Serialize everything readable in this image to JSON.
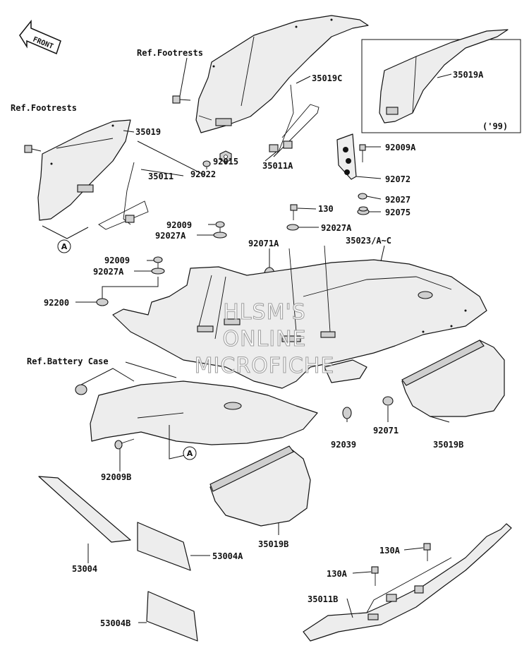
{
  "diagram": {
    "front_label": "FRONT",
    "inset_note": "('99)",
    "watermark": [
      "HLSM'S",
      "ONLINE",
      "MICROFICHE"
    ],
    "refs": {
      "footrests_upper": "Ref.Footrests",
      "footrests_left": "Ref.Footrests",
      "battery_case": "Ref.Battery Case"
    },
    "callout_a": "A",
    "callout_a2": "A",
    "parts": {
      "p35019C": "35019C",
      "p35019A": "35019A",
      "p35019": "35019",
      "p35011": "35011",
      "p92022": "92022",
      "p92015": "92015",
      "p35011A": "35011A",
      "p92009A": "92009A",
      "p92072": "92072",
      "p92027": "92027",
      "p92075": "92075",
      "p130": "130",
      "p92027A_right": "92027A",
      "p92009_a": "92009",
      "p92027A_a": "92027A",
      "p92071A": "92071A",
      "p35023": "35023/A~C",
      "p92009_b": "92009",
      "p92027A_b": "92027A",
      "p92200": "92200",
      "p92071": "92071",
      "p92039": "92039",
      "p35019B_right": "35019B",
      "p92009B": "92009B",
      "p35019B_bottom": "35019B",
      "p53004": "53004",
      "p53004A": "53004A",
      "p53004B": "53004B",
      "p130A_right": "130A",
      "p130A_left": "130A",
      "p35011B": "35011B"
    }
  }
}
